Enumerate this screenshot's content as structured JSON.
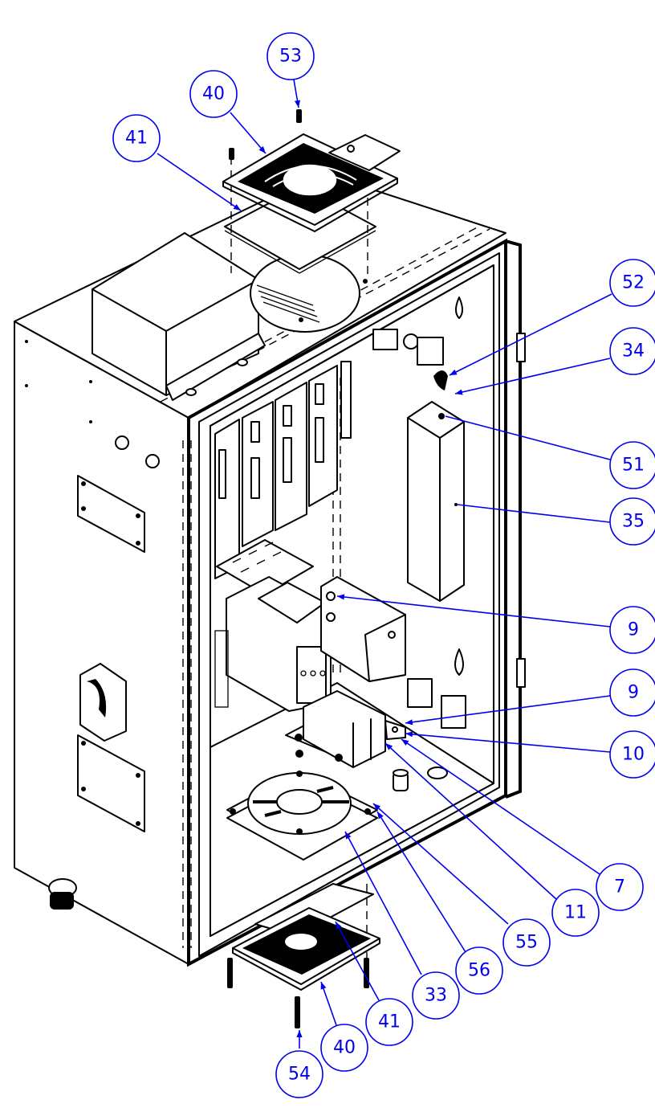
{
  "drawing": {
    "title": "Electrical enclosure exploded assembly view",
    "balloon_color": "#0000ee",
    "line_color": "#000000"
  },
  "balloons": [
    {
      "id": "b53-top",
      "label": "53",
      "target": "top filter screw"
    },
    {
      "id": "b40-top",
      "label": "40",
      "target": "top fan filter grille"
    },
    {
      "id": "b41-top",
      "label": "41",
      "target": "top filter media"
    },
    {
      "id": "b52",
      "label": "52",
      "target": "key lock cam"
    },
    {
      "id": "b34",
      "label": "34",
      "target": "door key lock"
    },
    {
      "id": "b51",
      "label": "51",
      "target": "document holder screw"
    },
    {
      "id": "b35",
      "label": "35",
      "target": "document pocket"
    },
    {
      "id": "b9-a",
      "label": "9",
      "target": "mounting bracket nut"
    },
    {
      "id": "b9-b",
      "label": "9",
      "target": "terminal nut"
    },
    {
      "id": "b10",
      "label": "10",
      "target": "terminal washer"
    },
    {
      "id": "b7",
      "label": "7",
      "target": "transformer bracket"
    },
    {
      "id": "b11",
      "label": "11",
      "target": "transformer"
    },
    {
      "id": "b55",
      "label": "55",
      "target": "fan screw"
    },
    {
      "id": "b56",
      "label": "56",
      "target": "fan nut"
    },
    {
      "id": "b33",
      "label": "33",
      "target": "cooling fan"
    },
    {
      "id": "b41-bot",
      "label": "41",
      "target": "bottom filter media"
    },
    {
      "id": "b40-bot",
      "label": "40",
      "target": "bottom fan filter grille"
    },
    {
      "id": "b54",
      "label": "54",
      "target": "bottom filter screw"
    }
  ]
}
